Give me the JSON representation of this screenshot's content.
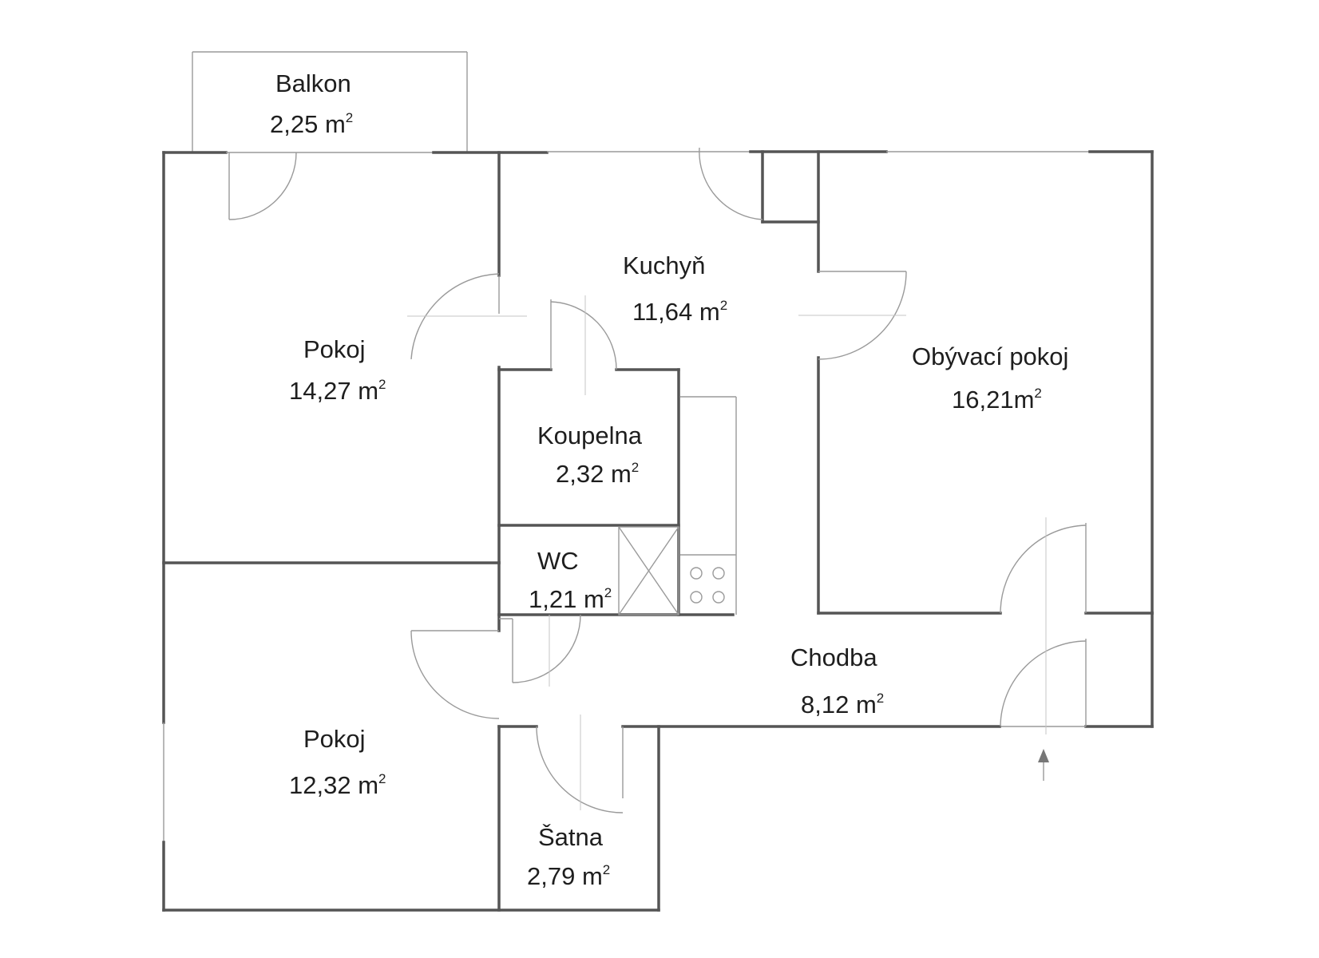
{
  "plan": {
    "rooms": [
      {
        "id": "balkon",
        "name": "Balkon",
        "area": "2,25 m",
        "sup": "2"
      },
      {
        "id": "pokoj1",
        "name": "Pokoj",
        "area": "14,27 m",
        "sup": "2"
      },
      {
        "id": "kuchyn",
        "name": "Kuchyň",
        "area": "11,64 m",
        "sup": "2"
      },
      {
        "id": "obyvaci",
        "name": "Obývací pokoj",
        "area": "16,21m",
        "sup": "2"
      },
      {
        "id": "koupelna",
        "name": "Koupelna",
        "area": "2,32 m",
        "sup": "2"
      },
      {
        "id": "wc",
        "name": "WC",
        "area": "1,21 m",
        "sup": "2"
      },
      {
        "id": "chodba",
        "name": "Chodba",
        "area": "8,12 m",
        "sup": "2"
      },
      {
        "id": "pokoj2",
        "name": "Pokoj",
        "area": "12,32 m",
        "sup": "2"
      },
      {
        "id": "satna",
        "name": "Šatna",
        "area": "2,79 m",
        "sup": "2"
      }
    ],
    "colors": {
      "wall": "#555555",
      "thin": "#9a9a9a",
      "text": "#1e1e1e"
    },
    "entrance_icon": "arrow-up-icon"
  }
}
